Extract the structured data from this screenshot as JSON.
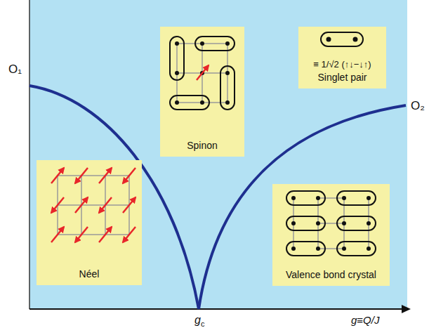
{
  "diagram": {
    "nodes": [
      {
        "text": [
          "Spinon"
        ]
      },
      {
        "text": [
          "≡ 1/√2 (↑↓−↓↑)",
          "Singlet pair"
        ]
      },
      {
        "text": [
          "Néel"
        ]
      },
      {
        "text": [
          "Valence bond crystal"
        ]
      }
    ],
    "labels": [
      "O₁",
      "O₂",
      "g",
      "c",
      "g≡Q/J"
    ]
  }
}
